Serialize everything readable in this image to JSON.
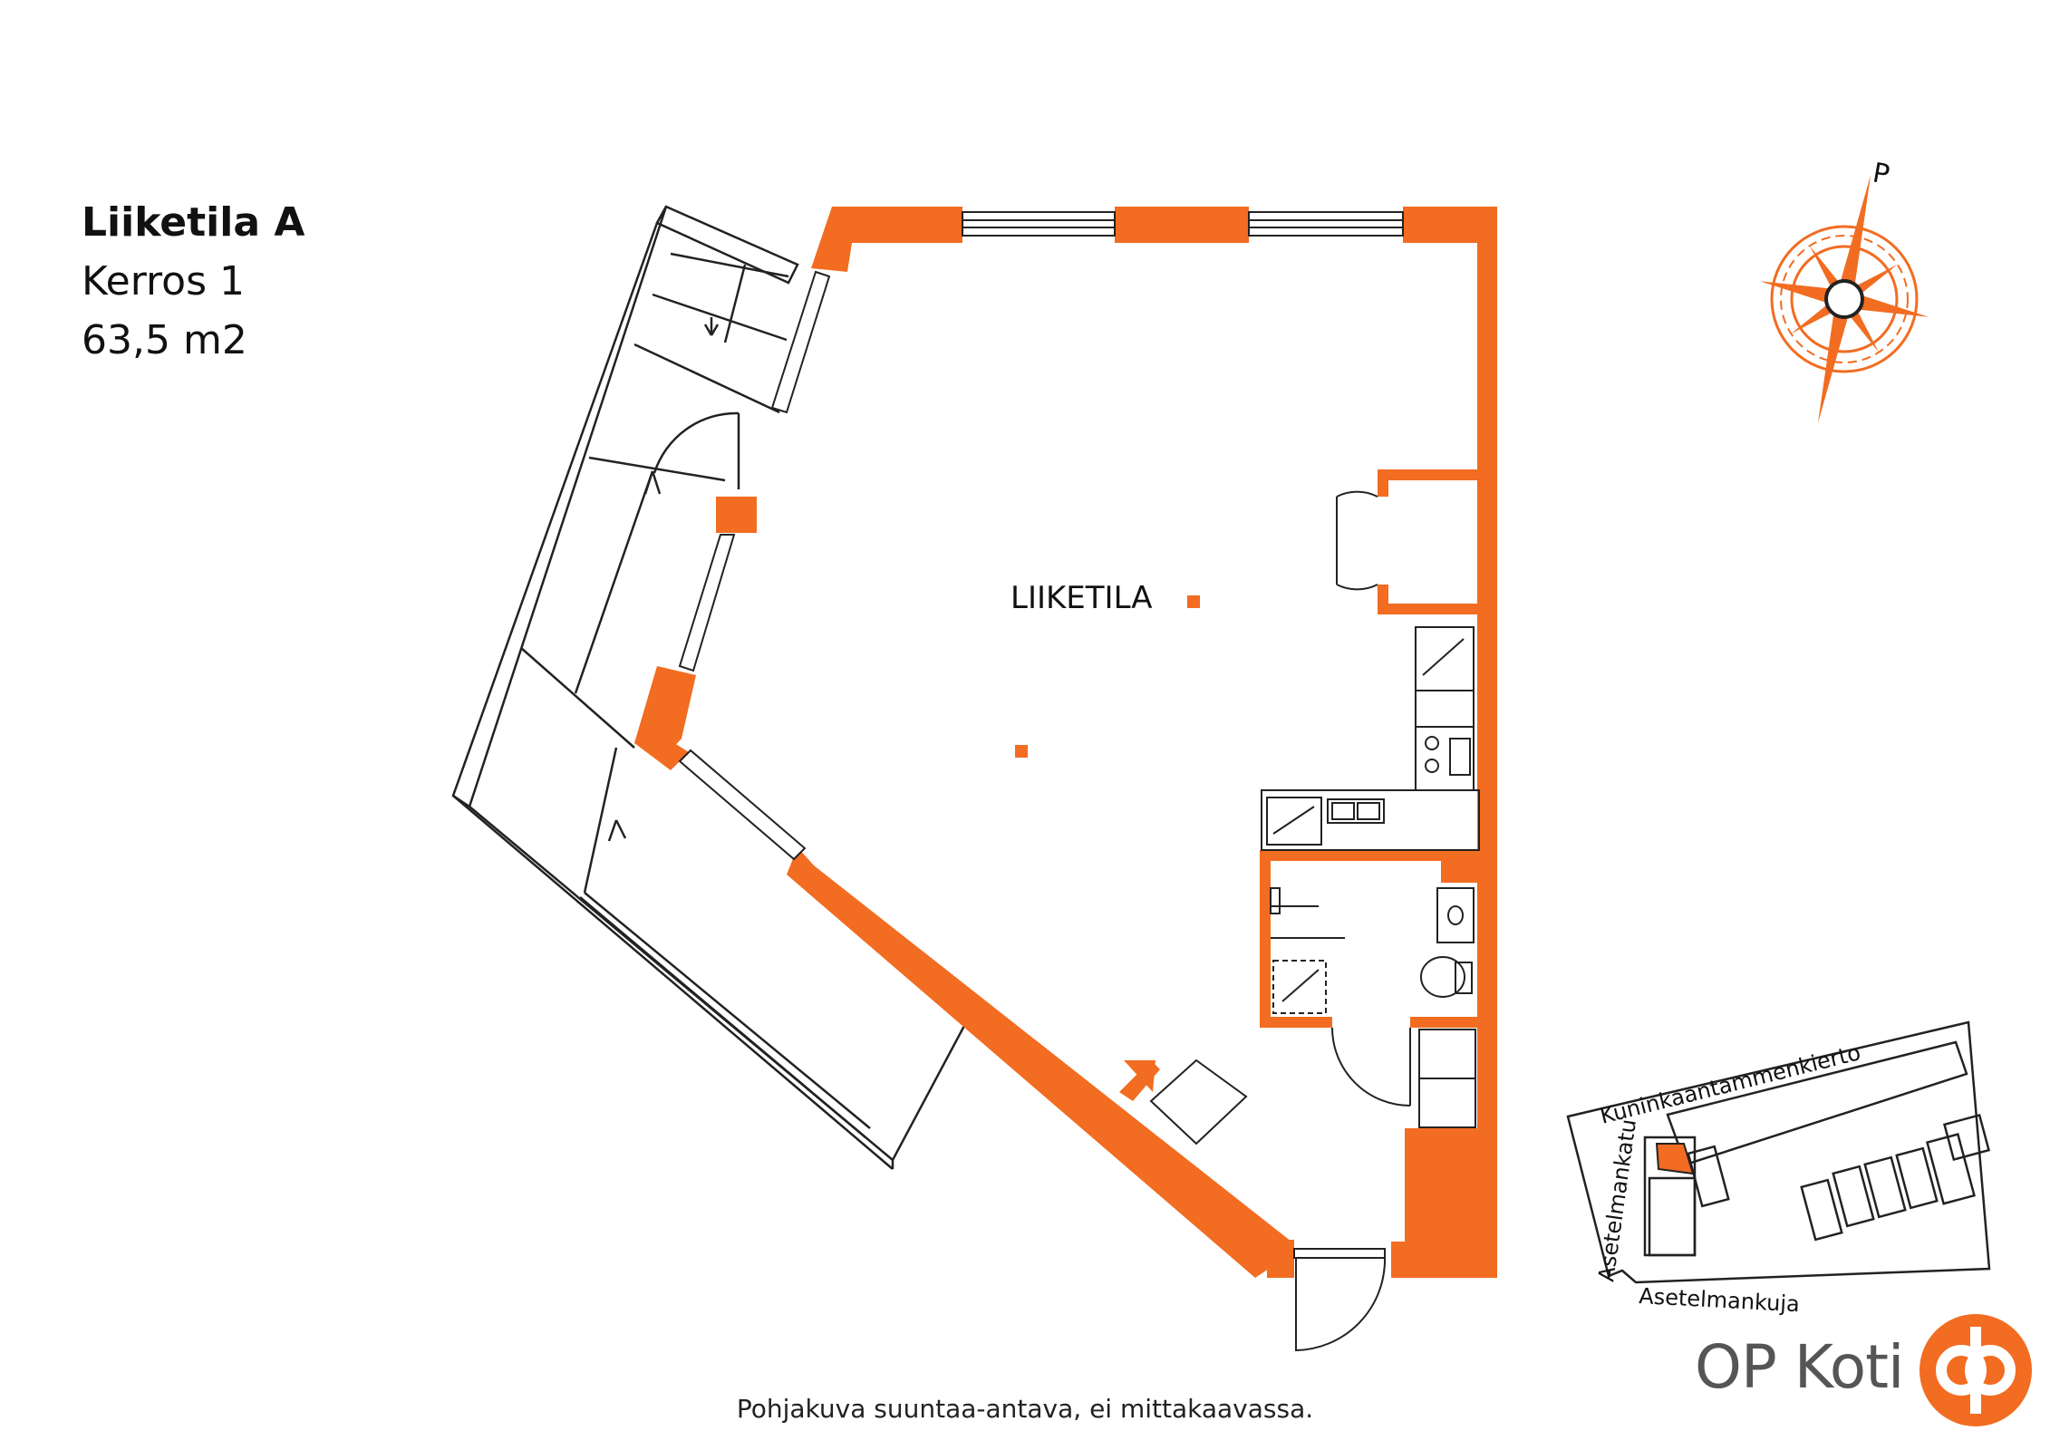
{
  "header": {
    "title": "Liiketila A",
    "floor": "Kerros 1",
    "area": "63,5 m2"
  },
  "plan": {
    "room_label": "LIIKETILA"
  },
  "compass": {
    "north_label": "P"
  },
  "site_map": {
    "street_1": "Kuninkaantammenkierto",
    "street_2": "Asetelmankatu",
    "street_3": "Asetelmankuja"
  },
  "footer": {
    "disclaimer": "Pohjakuva suuntaa-antava, ei mittakaavassa."
  },
  "brand": {
    "name": "OP Koti"
  },
  "colors": {
    "accent": "#F26C21",
    "line": "#222222"
  }
}
